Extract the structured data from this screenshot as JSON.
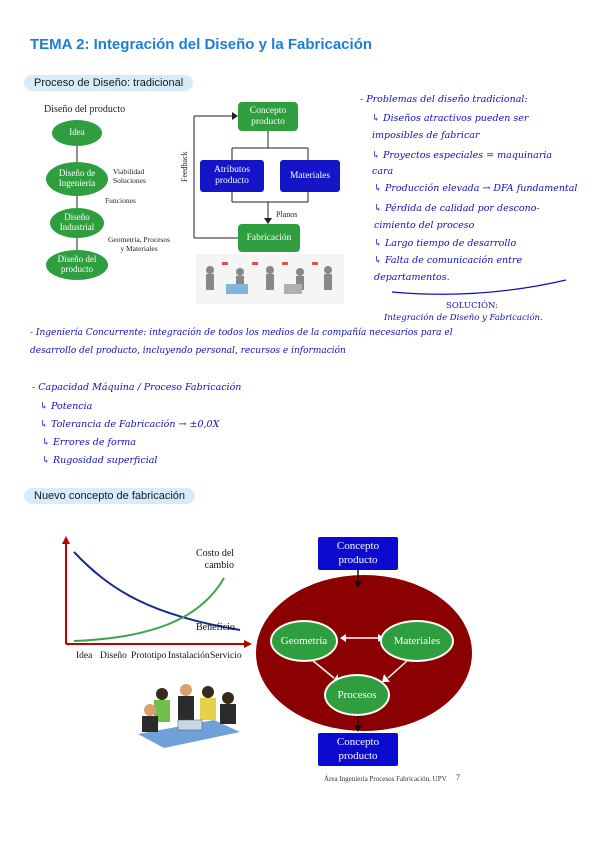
{
  "page_title": "TEMA 2: Integración del Diseño y la Fabricación",
  "section1": {
    "pill": "Proceso de Diseño: tradicional",
    "diagram_title": "Diseño del producto",
    "nodes": [
      "Idea",
      "Diseño de Ingeniería",
      "Diseño Industrial",
      "Diseño del producto"
    ],
    "side_labels": [
      "Viabilidad\nSoluciones",
      "Funciones",
      "Geometría, Procesos\ny Materiales"
    ],
    "flow": {
      "concepto": "Concepto producto",
      "atributos": "Atributos producto",
      "materiales": "Materiales",
      "planos": "Planos",
      "feedback": "Feedback",
      "fabricacion": "Fabricación"
    }
  },
  "notes_right": [
    "- Problemas del diseño tradicional:",
    "↳ Diseños atractivos pueden ser",
    "   imposibles de fabricar",
    "↳ Proyectos especiales = maquinaria",
    "   cara",
    "↳ Producción elevada → DFA fundamental",
    "↳ Pérdida de calidad por descono-",
    "   cimiento del proceso",
    "↳ Largo tiempo de desarrollo",
    "↳ Falta de comunicación entre",
    "   departamentos."
  ],
  "solucion": {
    "heading": "SOLUCIÓN:",
    "text": "Integración de Diseño y Fabricación."
  },
  "notes_mid": [
    "- Ingeniería Concurrente: integración de todos los medios de la compañía necesarios para el",
    "  desarrollo del producto, incluyendo personal, recursos e información"
  ],
  "notes_capacidad": [
    "- Capacidad Máquina / Proceso Fabricación",
    "↳ Potencia",
    "↳ Tolerancia de Fabricación → ±0,0X",
    "↳ Errores de forma",
    "↳ Rugosidad superficial"
  ],
  "section2": {
    "pill": "Nuevo concepto de fabricación",
    "chart": {
      "cost_label": "Costo del\ncambio",
      "benefit_label": "Beneficio",
      "x_labels": [
        "Idea",
        "Diseño",
        "Prototipo",
        "Instalación",
        "Servicio"
      ]
    },
    "diagram": {
      "top": "Concepto producto",
      "geometria": "Geometría",
      "materiales": "Materiales",
      "procesos": "Procesos",
      "bottom": "Concepto producto"
    },
    "footer": "Área Ingeniería Procesos Fabricación. UPV",
    "page_number": "7"
  },
  "colors": {
    "title": "#1a7fd6",
    "pill_bg": "#d6ecf8",
    "green": "#2e9e3e",
    "blue": "#1515c8",
    "dark_red": "#8b0000",
    "handwriting": "#1010c0"
  }
}
